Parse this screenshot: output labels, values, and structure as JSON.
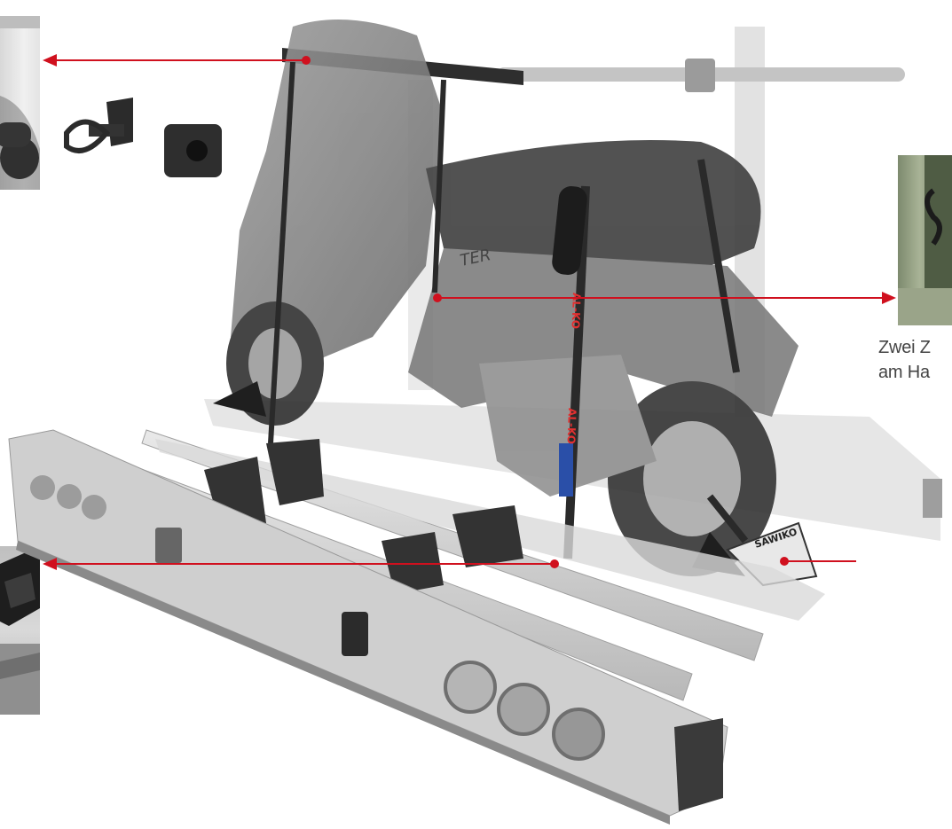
{
  "caption": {
    "line1": "Zwei Z",
    "line2": "am Ha"
  },
  "labels": {
    "strap_brand": "AL-KO",
    "wheel_chock_brand": "SAWIKO",
    "scooter_badge": "TER"
  },
  "colors": {
    "pointer": "#d0101e",
    "strap_accent": "#e23030",
    "strap_blue": "#2a4fa8",
    "rail": "#c9c9c9",
    "scooter": "#7c7c7c"
  }
}
